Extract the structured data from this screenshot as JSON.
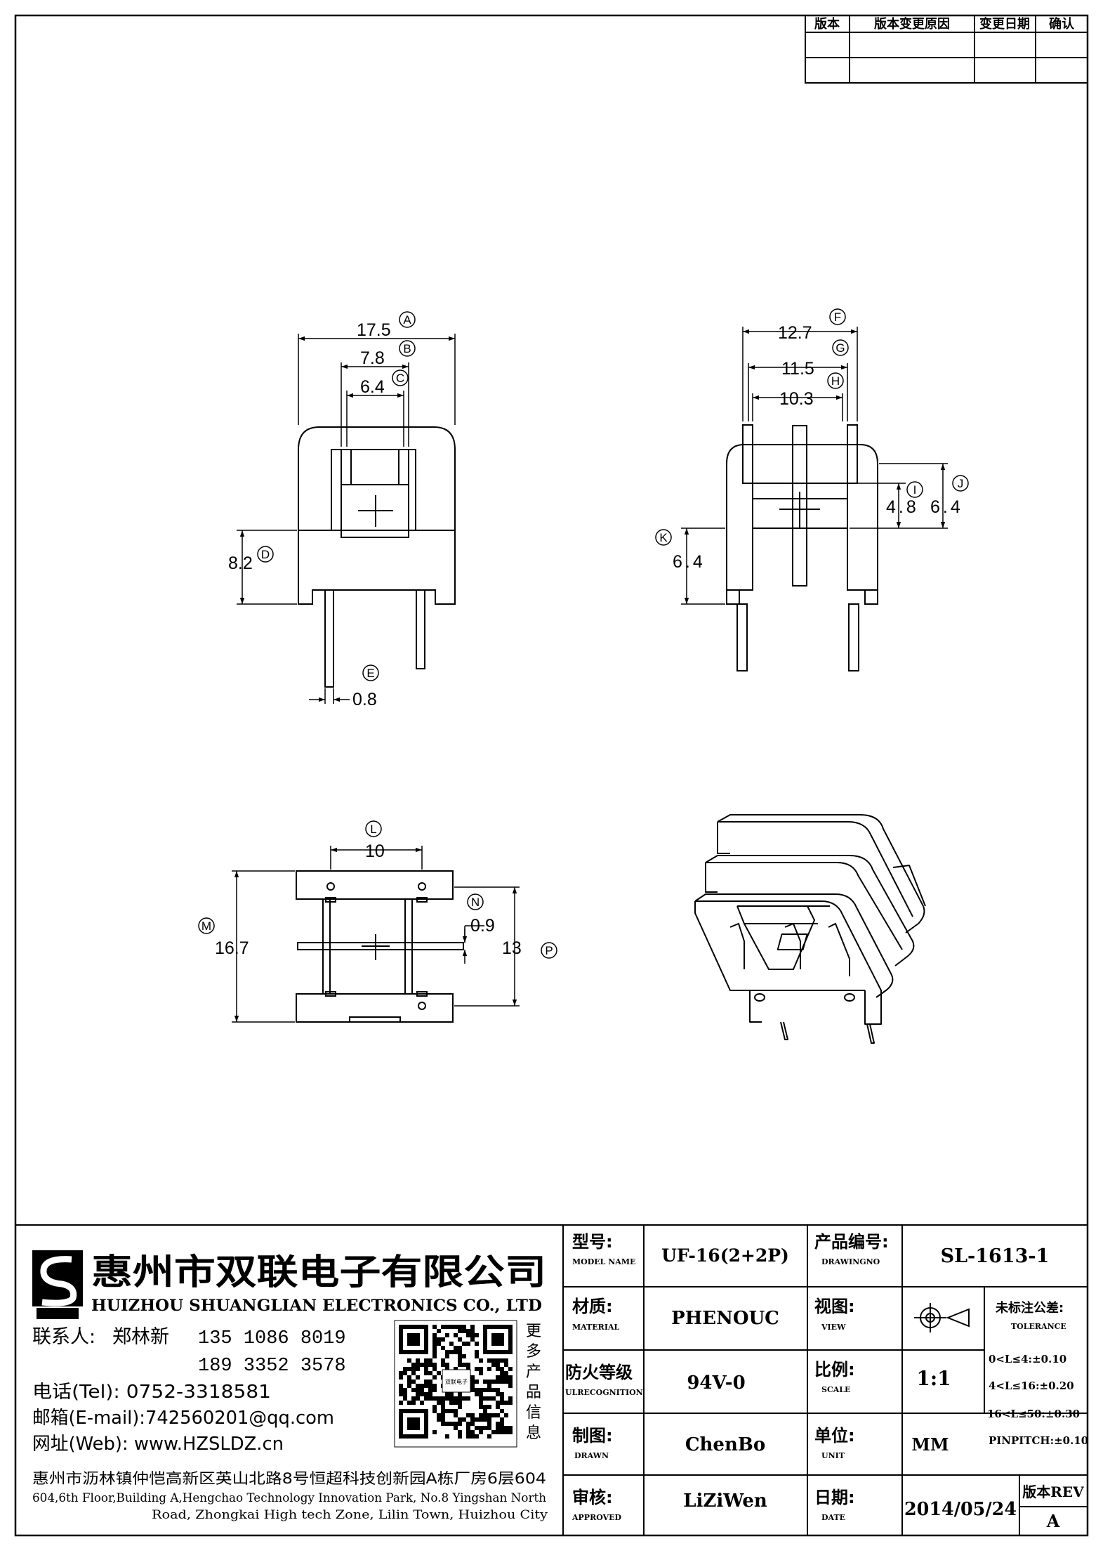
{
  "revision_table": {
    "headers": [
      "版本",
      "版本变更原因",
      "变更日期",
      "确认"
    ]
  },
  "dimensions": {
    "A": "17.5",
    "B": "7.8",
    "C": "6.4",
    "D": "8.2",
    "E": "0.8",
    "F": "12.7",
    "G": "11.5",
    "H": "10.3",
    "I": "4.8",
    "J": "6.4",
    "K": "6.4",
    "L": "10",
    "M": "16.7",
    "N": "0.9",
    "P": "13"
  },
  "company": {
    "name_cn": "惠州市双联电子有限公司",
    "name_en": "HUIZHOU SHUANGLIAN ELECTRONICS CO., LTD",
    "contact_label": "联系人:",
    "contact_name": "郑林新",
    "phone1": "135 1086 8019",
    "phone2": "189 3352 3578",
    "tel": "电话(Tel): 0752-3318581",
    "email": "邮箱(E-mail):742560201@qq.com",
    "web": "网址(Web): www.HZSLDZ.cn",
    "qr_caption": [
      "更",
      "多",
      "产",
      "品",
      "信",
      "息"
    ],
    "qr_logo": "双联电子",
    "address_cn": "惠州市沥林镇仲恺高新区英山北路8号恒超科技创新园A栋厂房6层604",
    "address_en1": "604,6th Floor,Building A,Hengchao Technology Innovation Park, No.8 Yingshan North",
    "address_en2": "Road, Zhongkai High tech Zone, Lilin Town, Huizhou City"
  },
  "title_block": {
    "model_label": "型号:",
    "model_label_en": "MODEL NAME",
    "model": "UF-16(2+2P)",
    "drawing_label": "产品编号:",
    "drawing_label_en": "DRAWINGNO",
    "drawing_no": "SL-1613-1",
    "material_label": "材质:",
    "material_label_en": "MATERIAL",
    "material": "PHENOUC",
    "view_label": "视图:",
    "view_label_en": "VIEW",
    "tolerance_label": "未标注公差:",
    "tolerance_label_en": "TOLERANCE",
    "tolerances": [
      "0<L≤4:±0.10",
      "4<L≤16:±0.20",
      "16<L≤50:±0.30",
      "PINPITCH:±0.10"
    ],
    "fire_label": "防火等级",
    "fire_label_en": "ULRECOGNITION",
    "fire": "94V-0",
    "scale_label": "比例:",
    "scale_label_en": "SCALE",
    "scale": "1:1",
    "drawn_label": "制图:",
    "drawn_label_en": "DRAWN",
    "drawn": "ChenBo",
    "unit_label": "单位:",
    "unit_label_en": "UNIT",
    "unit": "MM",
    "approved_label": "审核:",
    "approved_label_en": "APPROVED",
    "approved": "LiZiWen",
    "date_label": "日期:",
    "date_label_en": "DATE",
    "date": "2014/05/24",
    "rev_label": "版本REV",
    "rev": "A"
  }
}
